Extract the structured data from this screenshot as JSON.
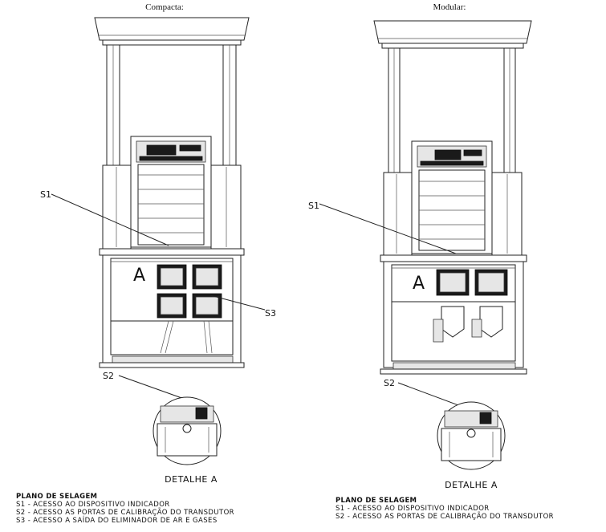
{
  "views": [
    {
      "title": "Compacta:",
      "callouts": {
        "s1": "S1",
        "s2": "S2",
        "s3": "S3"
      },
      "section_letter": "A",
      "detail_caption": "DETALHE A",
      "legend": {
        "title": "PLANO DE SELAGEM",
        "items": [
          "S1 - ACESSO AO DISPOSITIVO INDICADOR",
          "S2 - ACESSO AS PORTAS DE CALIBRAÇÃO DO TRANSDUTOR",
          "S3 - ACESSO A SAÍDA DO ELIMINADOR DE AR E GASES"
        ]
      }
    },
    {
      "title": "Modular:",
      "callouts": {
        "s1": "S1",
        "s2": "S2"
      },
      "section_letter": "A",
      "detail_caption": "DETALHE A",
      "legend": {
        "title": "PLANO DE SELAGEM",
        "items": [
          "S1 - ACESSO AO DISPOSITIVO INDICADOR",
          "S2 - ACESSO AS PORTAS DE CALIBRAÇÃO DO TRANSDUTOR"
        ]
      }
    }
  ]
}
